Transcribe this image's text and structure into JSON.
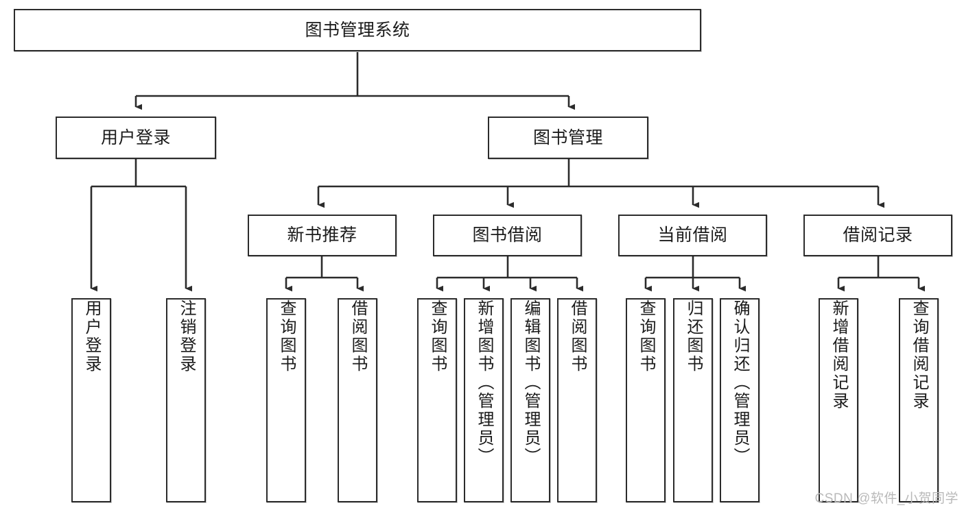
{
  "diagram": {
    "title": "图书管理系统",
    "watermark": "CSDN @软件_小贺同学",
    "colors": {
      "box_border": "#2b2b2b",
      "box_fill": "#ffffff",
      "line": "#2b2b2b",
      "text": "#1b1b1b",
      "watermark": "#b9b9b9"
    },
    "nodes": {
      "root": {
        "label": "图书管理系统"
      },
      "level2": [
        {
          "id": "user-login",
          "label": "用户登录"
        },
        {
          "id": "book-manage",
          "label": "图书管理"
        }
      ],
      "level3": [
        {
          "id": "new-book-recommend",
          "label": "新书推荐"
        },
        {
          "id": "book-borrow",
          "label": "图书借阅"
        },
        {
          "id": "current-borrow",
          "label": "当前借阅"
        },
        {
          "id": "borrow-record",
          "label": "借阅记录"
        }
      ],
      "leaves": {
        "user_login": [
          {
            "id": "leaf-user-login",
            "label": "用户登录"
          },
          {
            "id": "leaf-logout",
            "label": "注销登录"
          }
        ],
        "new_book_recommend": [
          {
            "id": "leaf-query-book-1",
            "label": "查询图书"
          },
          {
            "id": "leaf-borrow-book-1",
            "label": "借阅图书"
          }
        ],
        "book_borrow": [
          {
            "id": "leaf-query-book-2",
            "label": "查询图书"
          },
          {
            "id": "leaf-add-book",
            "label": "新增图书（管理员）"
          },
          {
            "id": "leaf-edit-book",
            "label": "编辑图书（管理员）"
          },
          {
            "id": "leaf-borrow-book-2",
            "label": "借阅图书"
          }
        ],
        "current_borrow": [
          {
            "id": "leaf-query-book-3",
            "label": "查询图书"
          },
          {
            "id": "leaf-return-book",
            "label": "归还图书"
          },
          {
            "id": "leaf-confirm-return",
            "label": "确认归还（管理员）"
          }
        ],
        "borrow_record": [
          {
            "id": "leaf-add-record",
            "label": "新增借阅记录"
          },
          {
            "id": "leaf-query-record",
            "label": "查询借阅记录"
          }
        ]
      }
    }
  }
}
